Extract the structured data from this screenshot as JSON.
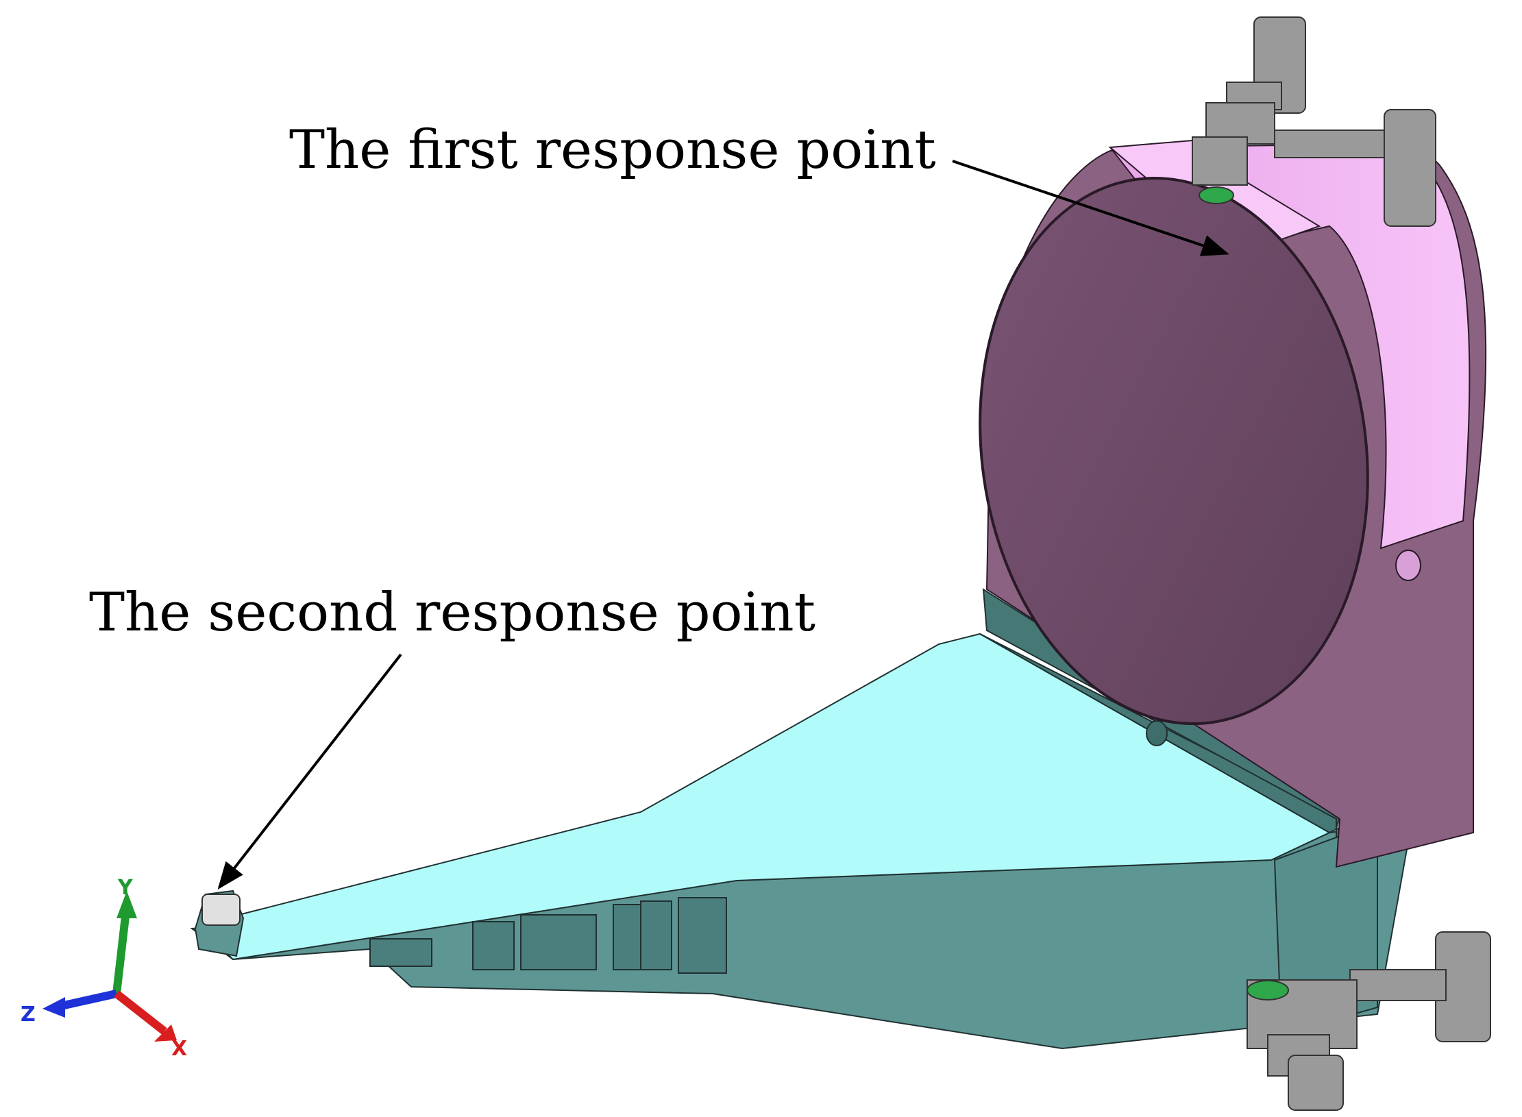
{
  "labels": {
    "first_response_point": "The first response point",
    "second_response_point": "The second response point"
  },
  "axes": {
    "x": "X",
    "y": "Y",
    "z": "Z"
  },
  "colors": {
    "disk_face": "#6e4a66",
    "housing_light": "#f4b4f6",
    "housing_dark": "#8c6282",
    "base_top": "#b2fbfb",
    "base_side": "#5e9694",
    "base_dark": "#467876",
    "fixture": "#9a9a9a",
    "axis_x": "#d81e1e",
    "axis_y": "#1e9a2e",
    "axis_z": "#1e32d8"
  }
}
